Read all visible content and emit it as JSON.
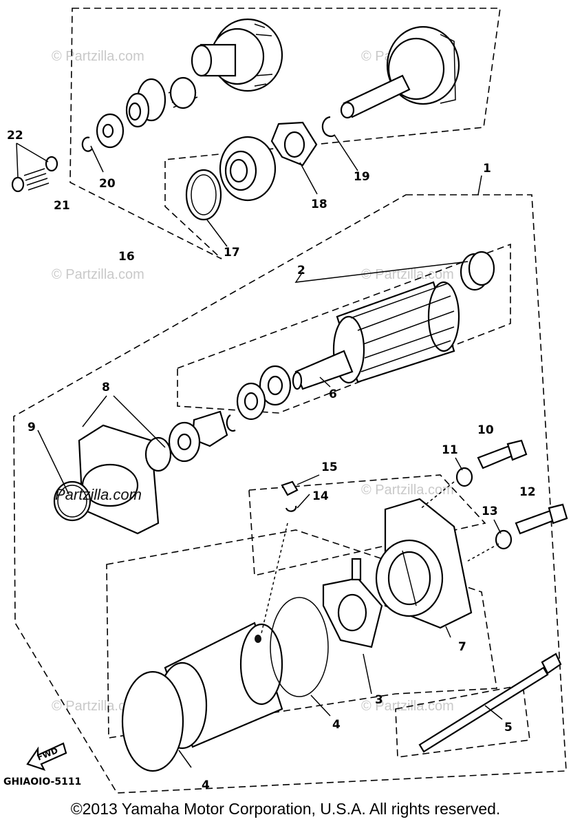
{
  "callouts": [
    {
      "label": "1"
    },
    {
      "label": "2"
    },
    {
      "label": "3"
    },
    {
      "label": "4"
    },
    {
      "label": "4"
    },
    {
      "label": "5"
    },
    {
      "label": "6"
    },
    {
      "label": "7"
    },
    {
      "label": "8"
    },
    {
      "label": "9"
    },
    {
      "label": "10"
    },
    {
      "label": "11"
    },
    {
      "label": "12"
    },
    {
      "label": "13"
    },
    {
      "label": "14"
    },
    {
      "label": "15"
    },
    {
      "label": "16"
    },
    {
      "label": "17"
    },
    {
      "label": "18"
    },
    {
      "label": "19"
    },
    {
      "label": "20"
    },
    {
      "label": "21"
    },
    {
      "label": "22"
    }
  ],
  "watermark": "© Partzilla.com",
  "watermark_dark": "Partzilla.com",
  "fwd_label": "FWD",
  "diagram_code": "GHIAOIO-5111",
  "copyright": "©2013  Yamaha Motor Corporation, U.S.A. All rights reserved."
}
